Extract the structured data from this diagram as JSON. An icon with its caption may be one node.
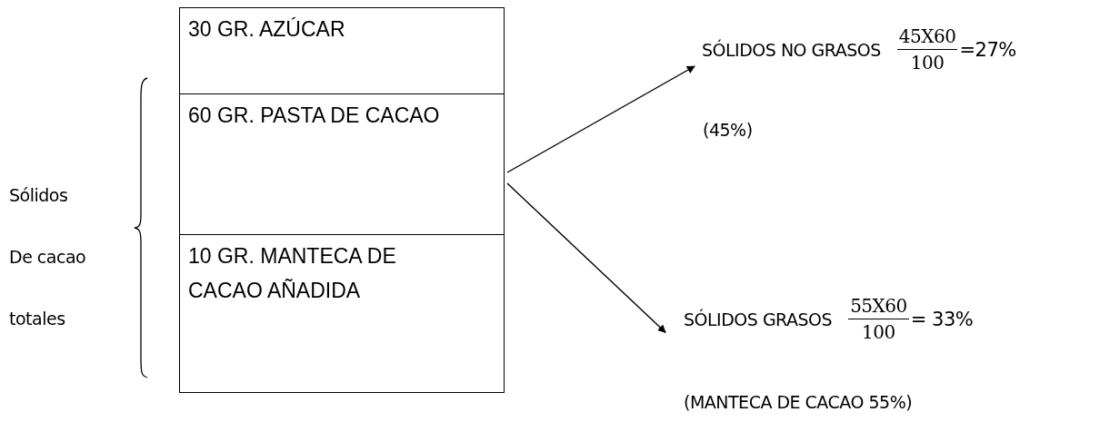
{
  "diagram": {
    "nodes": [
      {
        "text": [
          "30 GR. AZÚCAR"
        ]
      },
      {
        "text": [
          "60 GR. PASTA DE CACAO"
        ]
      },
      {
        "text": [
          "10 GR. MANTECA DE CACAO AÑADIDA"
        ]
      },
      {
        "text": [
          "SÓLIDOS NO GRASOS",
          "45X60",
          "100",
          "=27%"
        ],
        "beside": [
          "(45%)"
        ]
      },
      {
        "text": [
          "SÓLIDOS GRASOS",
          "55X60",
          "100",
          "= 33%"
        ],
        "beside": [
          "(MANTECA DE CACAO 55%)"
        ]
      }
    ],
    "edges": [
      {
        "from": 1,
        "to": 3,
        "arrow": "to"
      },
      {
        "from": 1,
        "to": 4,
        "arrow": "to"
      }
    ],
    "labels": [
      "Sólidos",
      "De cacao",
      "totales"
    ]
  }
}
